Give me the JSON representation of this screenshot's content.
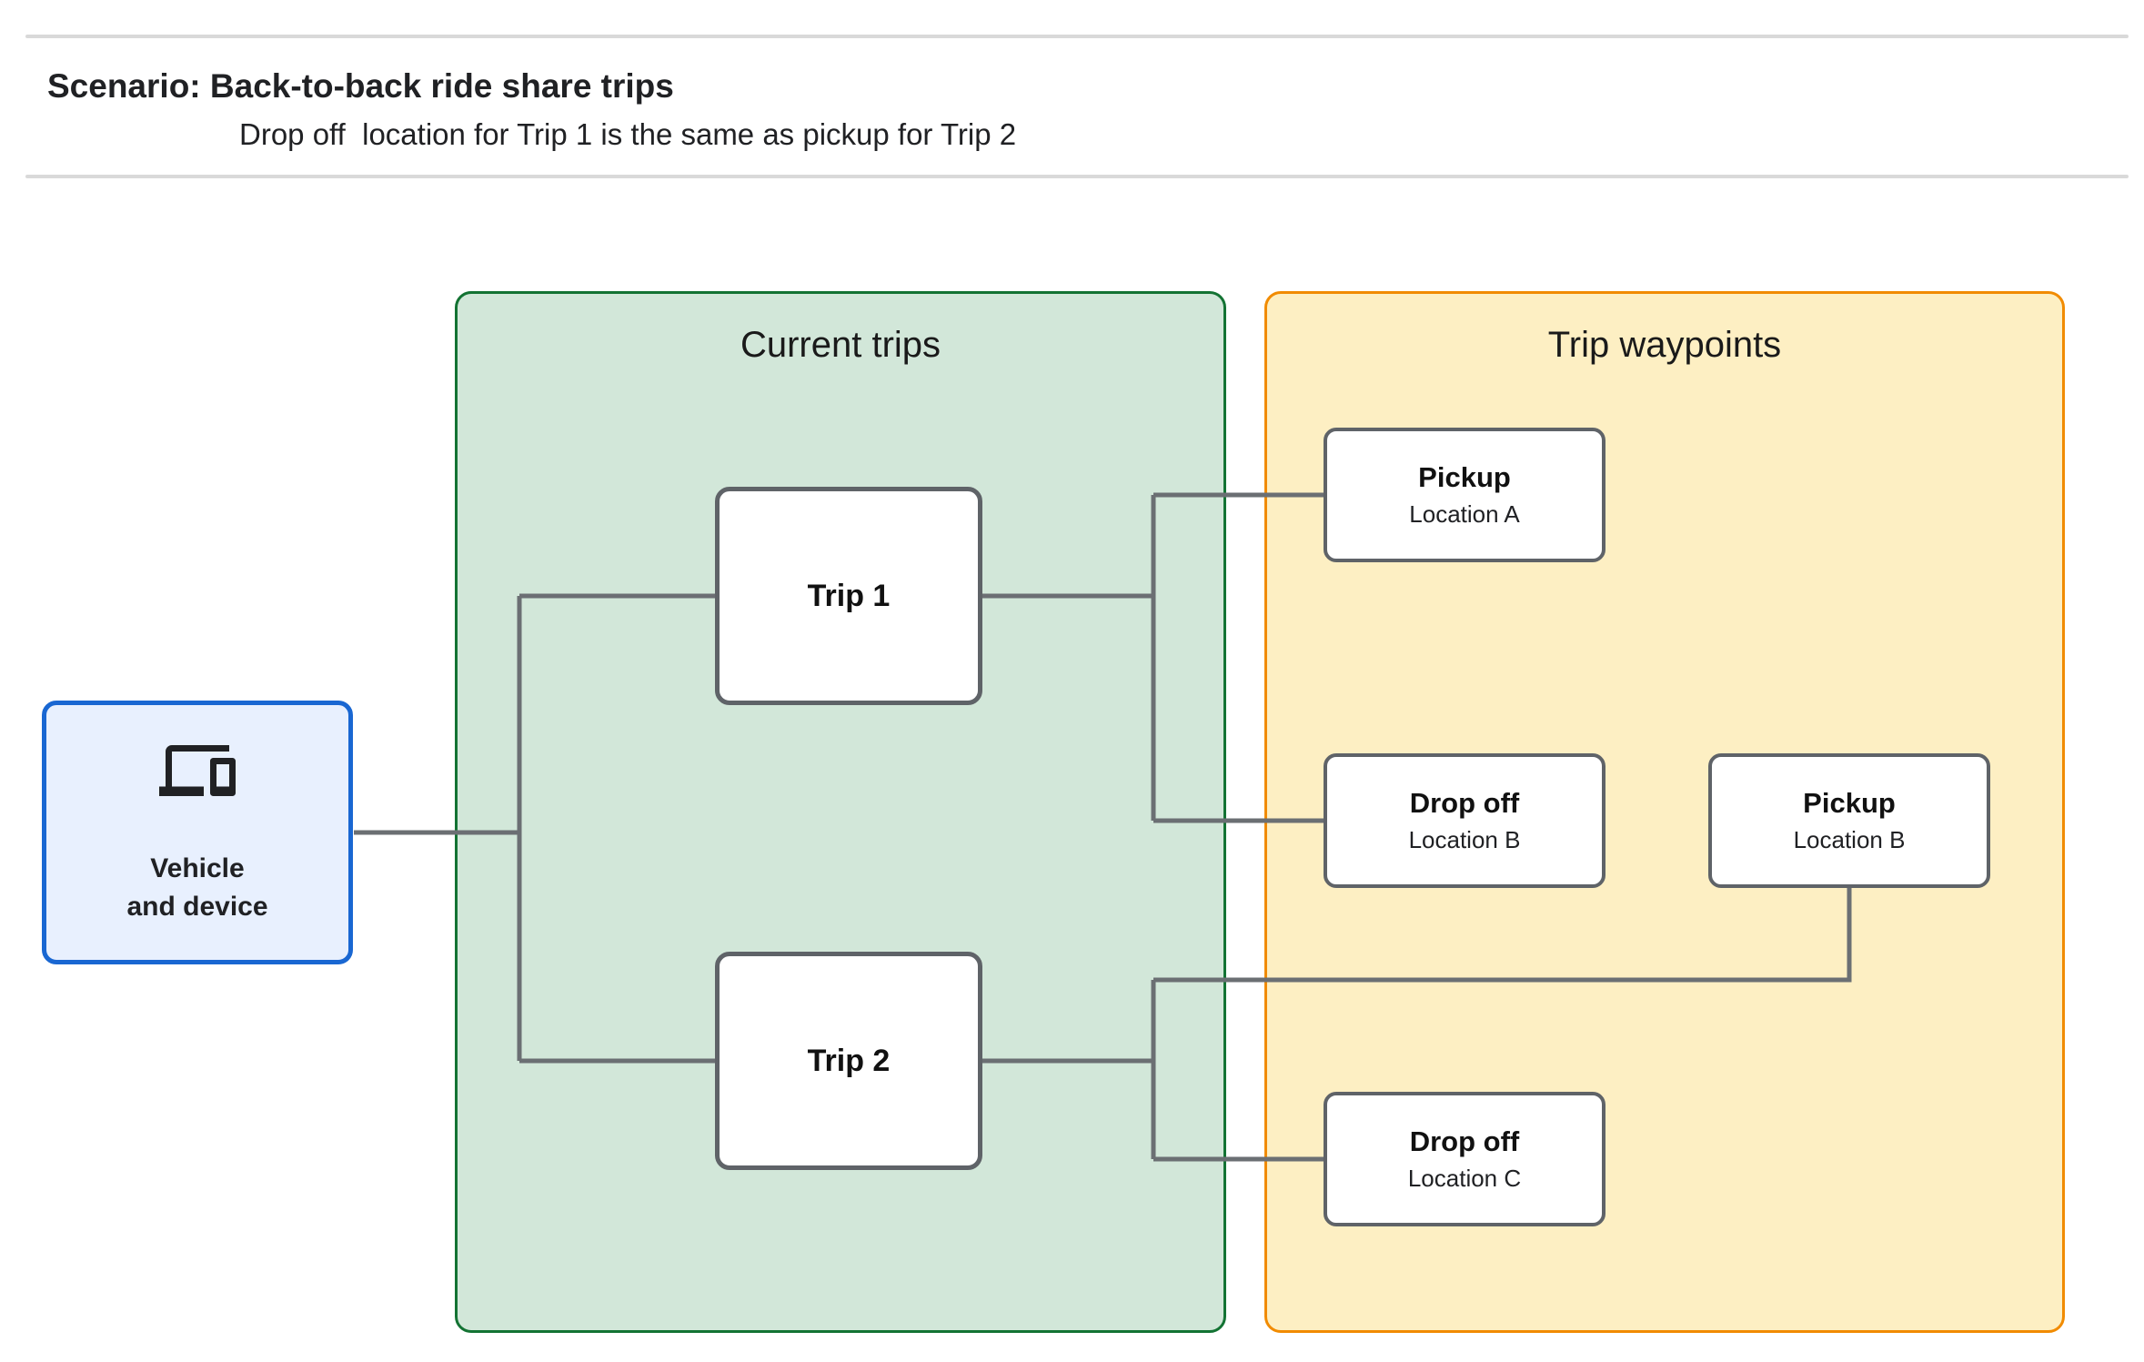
{
  "header": {
    "title": "Scenario: Back-to-back ride share trips",
    "subtitle": "Drop off  location for Trip 1 is the same as pickup for Trip 2"
  },
  "vehicle_node": {
    "icon": "devices-icon",
    "label_line1": "Vehicle",
    "label_line2": "and device"
  },
  "groups": {
    "current_trips": {
      "title": "Current trips",
      "nodes": [
        {
          "label": "Trip 1"
        },
        {
          "label": "Trip 2"
        }
      ]
    },
    "trip_waypoints": {
      "title": "Trip waypoints",
      "nodes": [
        {
          "title": "Pickup",
          "subtitle": "Location A"
        },
        {
          "title": "Drop off",
          "subtitle": "Location B"
        },
        {
          "title": "Pickup",
          "subtitle": "Location B"
        },
        {
          "title": "Drop off",
          "subtitle": "Location C"
        }
      ]
    }
  },
  "colors": {
    "vehicle_fill": "#E8F0FE",
    "vehicle_border": "#1967D2",
    "current_trips_fill": "#D2E7D9",
    "current_trips_border": "#137333",
    "trip_waypoints_fill": "#FDEFC3",
    "trip_waypoints_border": "#F18B00",
    "node_border": "#5F6368",
    "connector": "#6B6F73",
    "divider": "#D9D9D9",
    "text": "#202124"
  }
}
